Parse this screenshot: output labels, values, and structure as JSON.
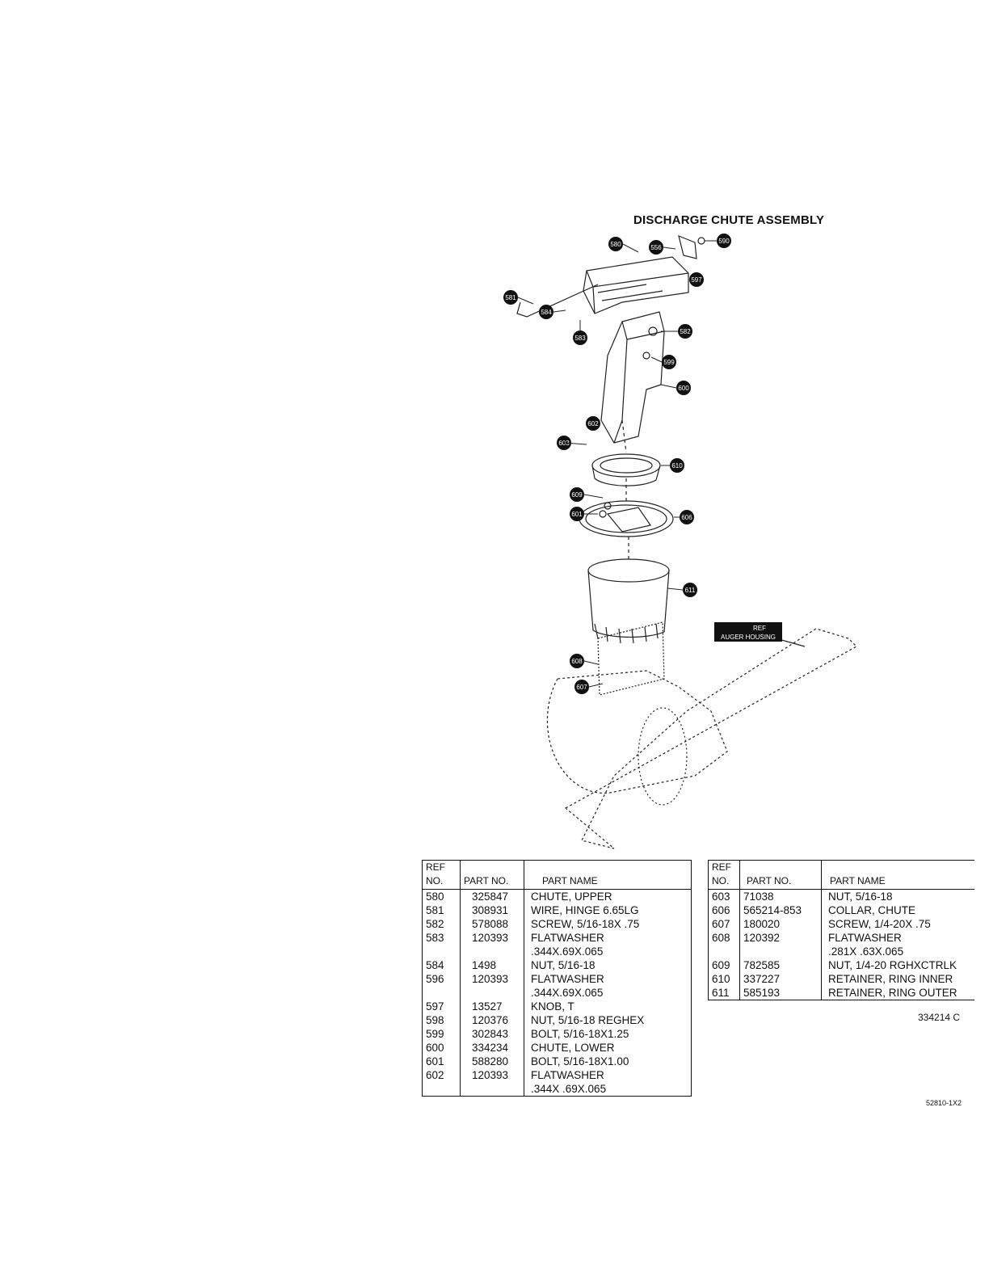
{
  "title": "DISCHARGE CHUTE ASSEMBLY",
  "reference_label": {
    "line1": "REF",
    "line2": "AUGER HOUSING"
  },
  "callouts": [
    "580",
    "556",
    "590",
    "597",
    "581",
    "584",
    "583",
    "582",
    "599",
    "600",
    "602",
    "603",
    "610",
    "609",
    "601",
    "606",
    "611",
    "608",
    "607"
  ],
  "table_headers": {
    "ref": [
      "REF",
      "NO."
    ],
    "part_no": "PART NO.",
    "part_name": "PART NAME"
  },
  "parts_left": [
    {
      "ref": "580",
      "part_no": "325847",
      "name": [
        "CHUTE, UPPER"
      ]
    },
    {
      "ref": "581",
      "part_no": "308931",
      "name": [
        "WIRE, HINGE 6.65LG"
      ]
    },
    {
      "ref": "582",
      "part_no": "578088",
      "name": [
        "SCREW, 5/16-18X .75"
      ]
    },
    {
      "ref": "583",
      "part_no": "120393",
      "name": [
        "FLATWASHER",
        ".344X.69X.065"
      ]
    },
    {
      "ref": "584",
      "part_no": "1498",
      "name": [
        "NUT, 5/16-18"
      ]
    },
    {
      "ref": "596",
      "part_no": "120393",
      "name": [
        "FLATWASHER",
        ".344X.69X.065"
      ]
    },
    {
      "ref": "597",
      "part_no": "13527",
      "name": [
        "KNOB, T"
      ]
    },
    {
      "ref": "598",
      "part_no": "120376",
      "name": [
        "NUT, 5/16-18 REGHEX"
      ]
    },
    {
      "ref": "599",
      "part_no": "302843",
      "name": [
        "BOLT, 5/16-18X1.25"
      ]
    },
    {
      "ref": "600",
      "part_no": "334234",
      "name": [
        "CHUTE, LOWER"
      ]
    },
    {
      "ref": "601",
      "part_no": "588280",
      "name": [
        "BOLT, 5/16-18X1.00"
      ]
    },
    {
      "ref": "602",
      "part_no": "120393",
      "name": [
        "FLATWASHER",
        ".344X .69X.065"
      ]
    }
  ],
  "parts_right": [
    {
      "ref": "603",
      "part_no": "71038",
      "name": [
        "NUT, 5/16-18"
      ]
    },
    {
      "ref": "606",
      "part_no": "565214-853",
      "name": [
        "COLLAR, CHUTE"
      ]
    },
    {
      "ref": "607",
      "part_no": "180020",
      "name": [
        "SCREW, 1/4-20X .75"
      ]
    },
    {
      "ref": "608",
      "part_no": "120392",
      "name": [
        "FLATWASHER",
        ".281X .63X.065"
      ]
    },
    {
      "ref": "609",
      "part_no": "782585",
      "name": [
        "NUT, 1/4-20 RGHXCTRLK"
      ]
    },
    {
      "ref": "610",
      "part_no": "337227",
      "name": [
        "RETAINER, RING INNER"
      ]
    },
    {
      "ref": "611",
      "part_no": "585193",
      "name": [
        "RETAINER, RING OUTER"
      ]
    }
  ],
  "document_code": "334214 C",
  "drawing_code": "52810-1X2"
}
